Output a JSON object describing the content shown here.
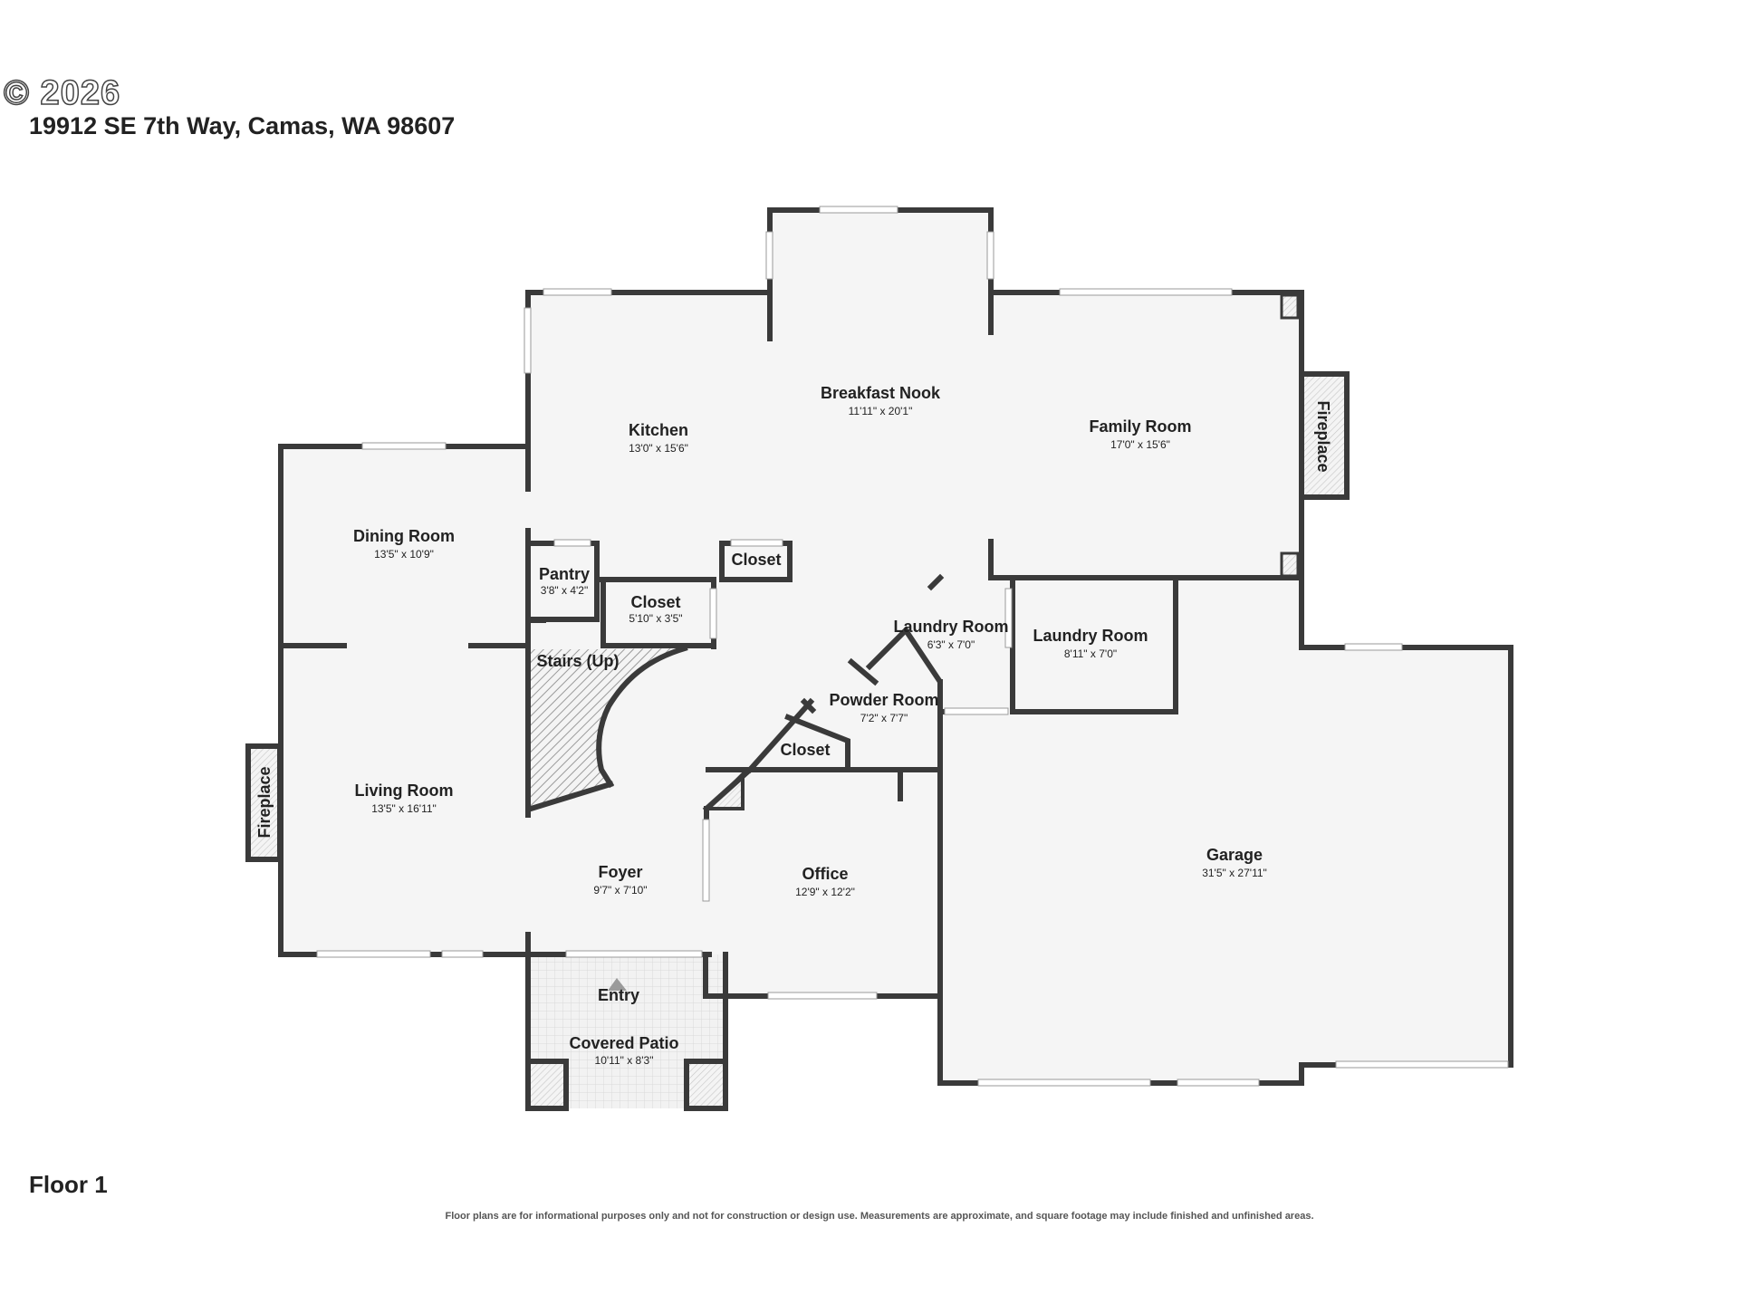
{
  "header": {
    "copyright": "© 2026",
    "address": "19912 SE 7th Way, Camas, WA 98607"
  },
  "footer": {
    "floor_label": "Floor 1",
    "disclaimer": "Floor plans are for informational purposes only and not for construction or design use. Measurements are approximate, and square footage may include finished and unfinished areas."
  },
  "rooms": {
    "breakfast_nook": {
      "name": "Breakfast Nook",
      "dims": "11'11\" x 20'1\""
    },
    "kitchen": {
      "name": "Kitchen",
      "dims": "13'0\" x 15'6\""
    },
    "family_room": {
      "name": "Family Room",
      "dims": "17'0\" x 15'6\""
    },
    "dining_room": {
      "name": "Dining Room",
      "dims": "13'5\" x 10'9\""
    },
    "pantry": {
      "name": "Pantry",
      "dims": "3'8\" x 4'2\""
    },
    "closet_kitchen": {
      "name": "Closet"
    },
    "closet_hall": {
      "name": "Closet",
      "dims": "5'10\" x 3'5\""
    },
    "stairs": {
      "name": "Stairs (Up)"
    },
    "laundry_room_1": {
      "name": "Laundry Room",
      "dims": "6'3\" x 7'0\""
    },
    "laundry_room_2": {
      "name": "Laundry Room",
      "dims": "8'11\" x 7'0\""
    },
    "powder_room": {
      "name": "Powder Room",
      "dims": "7'2\" x 7'7\""
    },
    "closet_powder": {
      "name": "Closet"
    },
    "living_room": {
      "name": "Living Room",
      "dims": "13'5\" x 16'11\""
    },
    "foyer": {
      "name": "Foyer",
      "dims": "9'7\" x 7'10\""
    },
    "office": {
      "name": "Office",
      "dims": "12'9\" x 12'2\""
    },
    "garage": {
      "name": "Garage",
      "dims": "31'5\" x 27'11\""
    },
    "entry": {
      "name": "Entry"
    },
    "covered_patio": {
      "name": "Covered Patio",
      "dims": "10'11\" x 8'3\""
    },
    "fireplace_family": {
      "name": "Fireplace"
    },
    "fireplace_living": {
      "name": "Fireplace"
    }
  },
  "colors": {
    "wall": "#3a3a3a",
    "floor": "#f5f5f5",
    "window": "#ffffff",
    "background": "#ffffff"
  }
}
